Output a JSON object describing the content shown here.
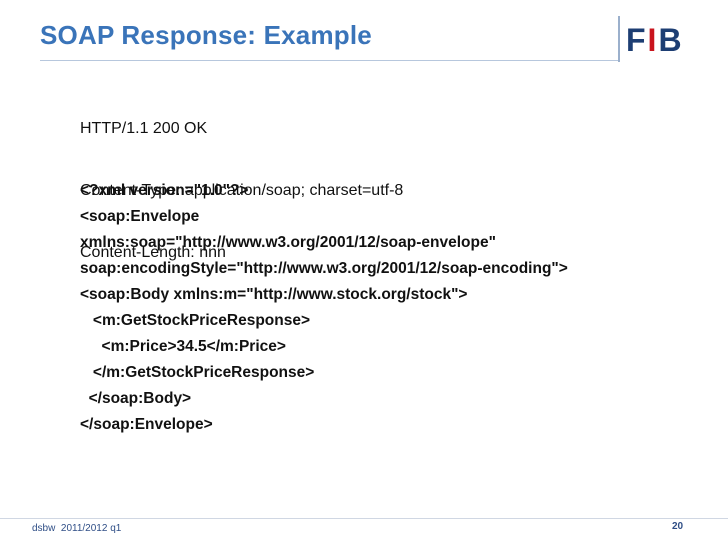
{
  "slide": {
    "title": "SOAP Response: Example",
    "logo": {
      "part1": "F",
      "accent": "I",
      "part2": "B",
      "brand_color": "#1d3e73",
      "accent_color": "#c9141d"
    },
    "http_headers": [
      "HTTP/1.1 200 OK",
      "Content-Type: application/soap; charset=utf-8",
      "Content-Length: nnn"
    ],
    "xml_lines": [
      "<?xml version=\"1.0\"?>",
      "<soap:Envelope",
      "xmlns:soap=\"http://www.w3.org/2001/12/soap-envelope\"",
      "soap:encodingStyle=\"http://www.w3.org/2001/12/soap-encoding\">",
      "<soap:Body xmlns:m=\"http://www.stock.org/stock\">",
      "   <m:GetStockPriceResponse>",
      "     <m:Price>34.5</m:Price>",
      "   </m:GetStockPriceResponse>",
      "  </soap:Body>",
      "</soap:Envelope>"
    ],
    "footer": {
      "left": "dsbw  2011/2012 q1",
      "page_number": "20"
    },
    "title_color": "#3a74b9"
  }
}
